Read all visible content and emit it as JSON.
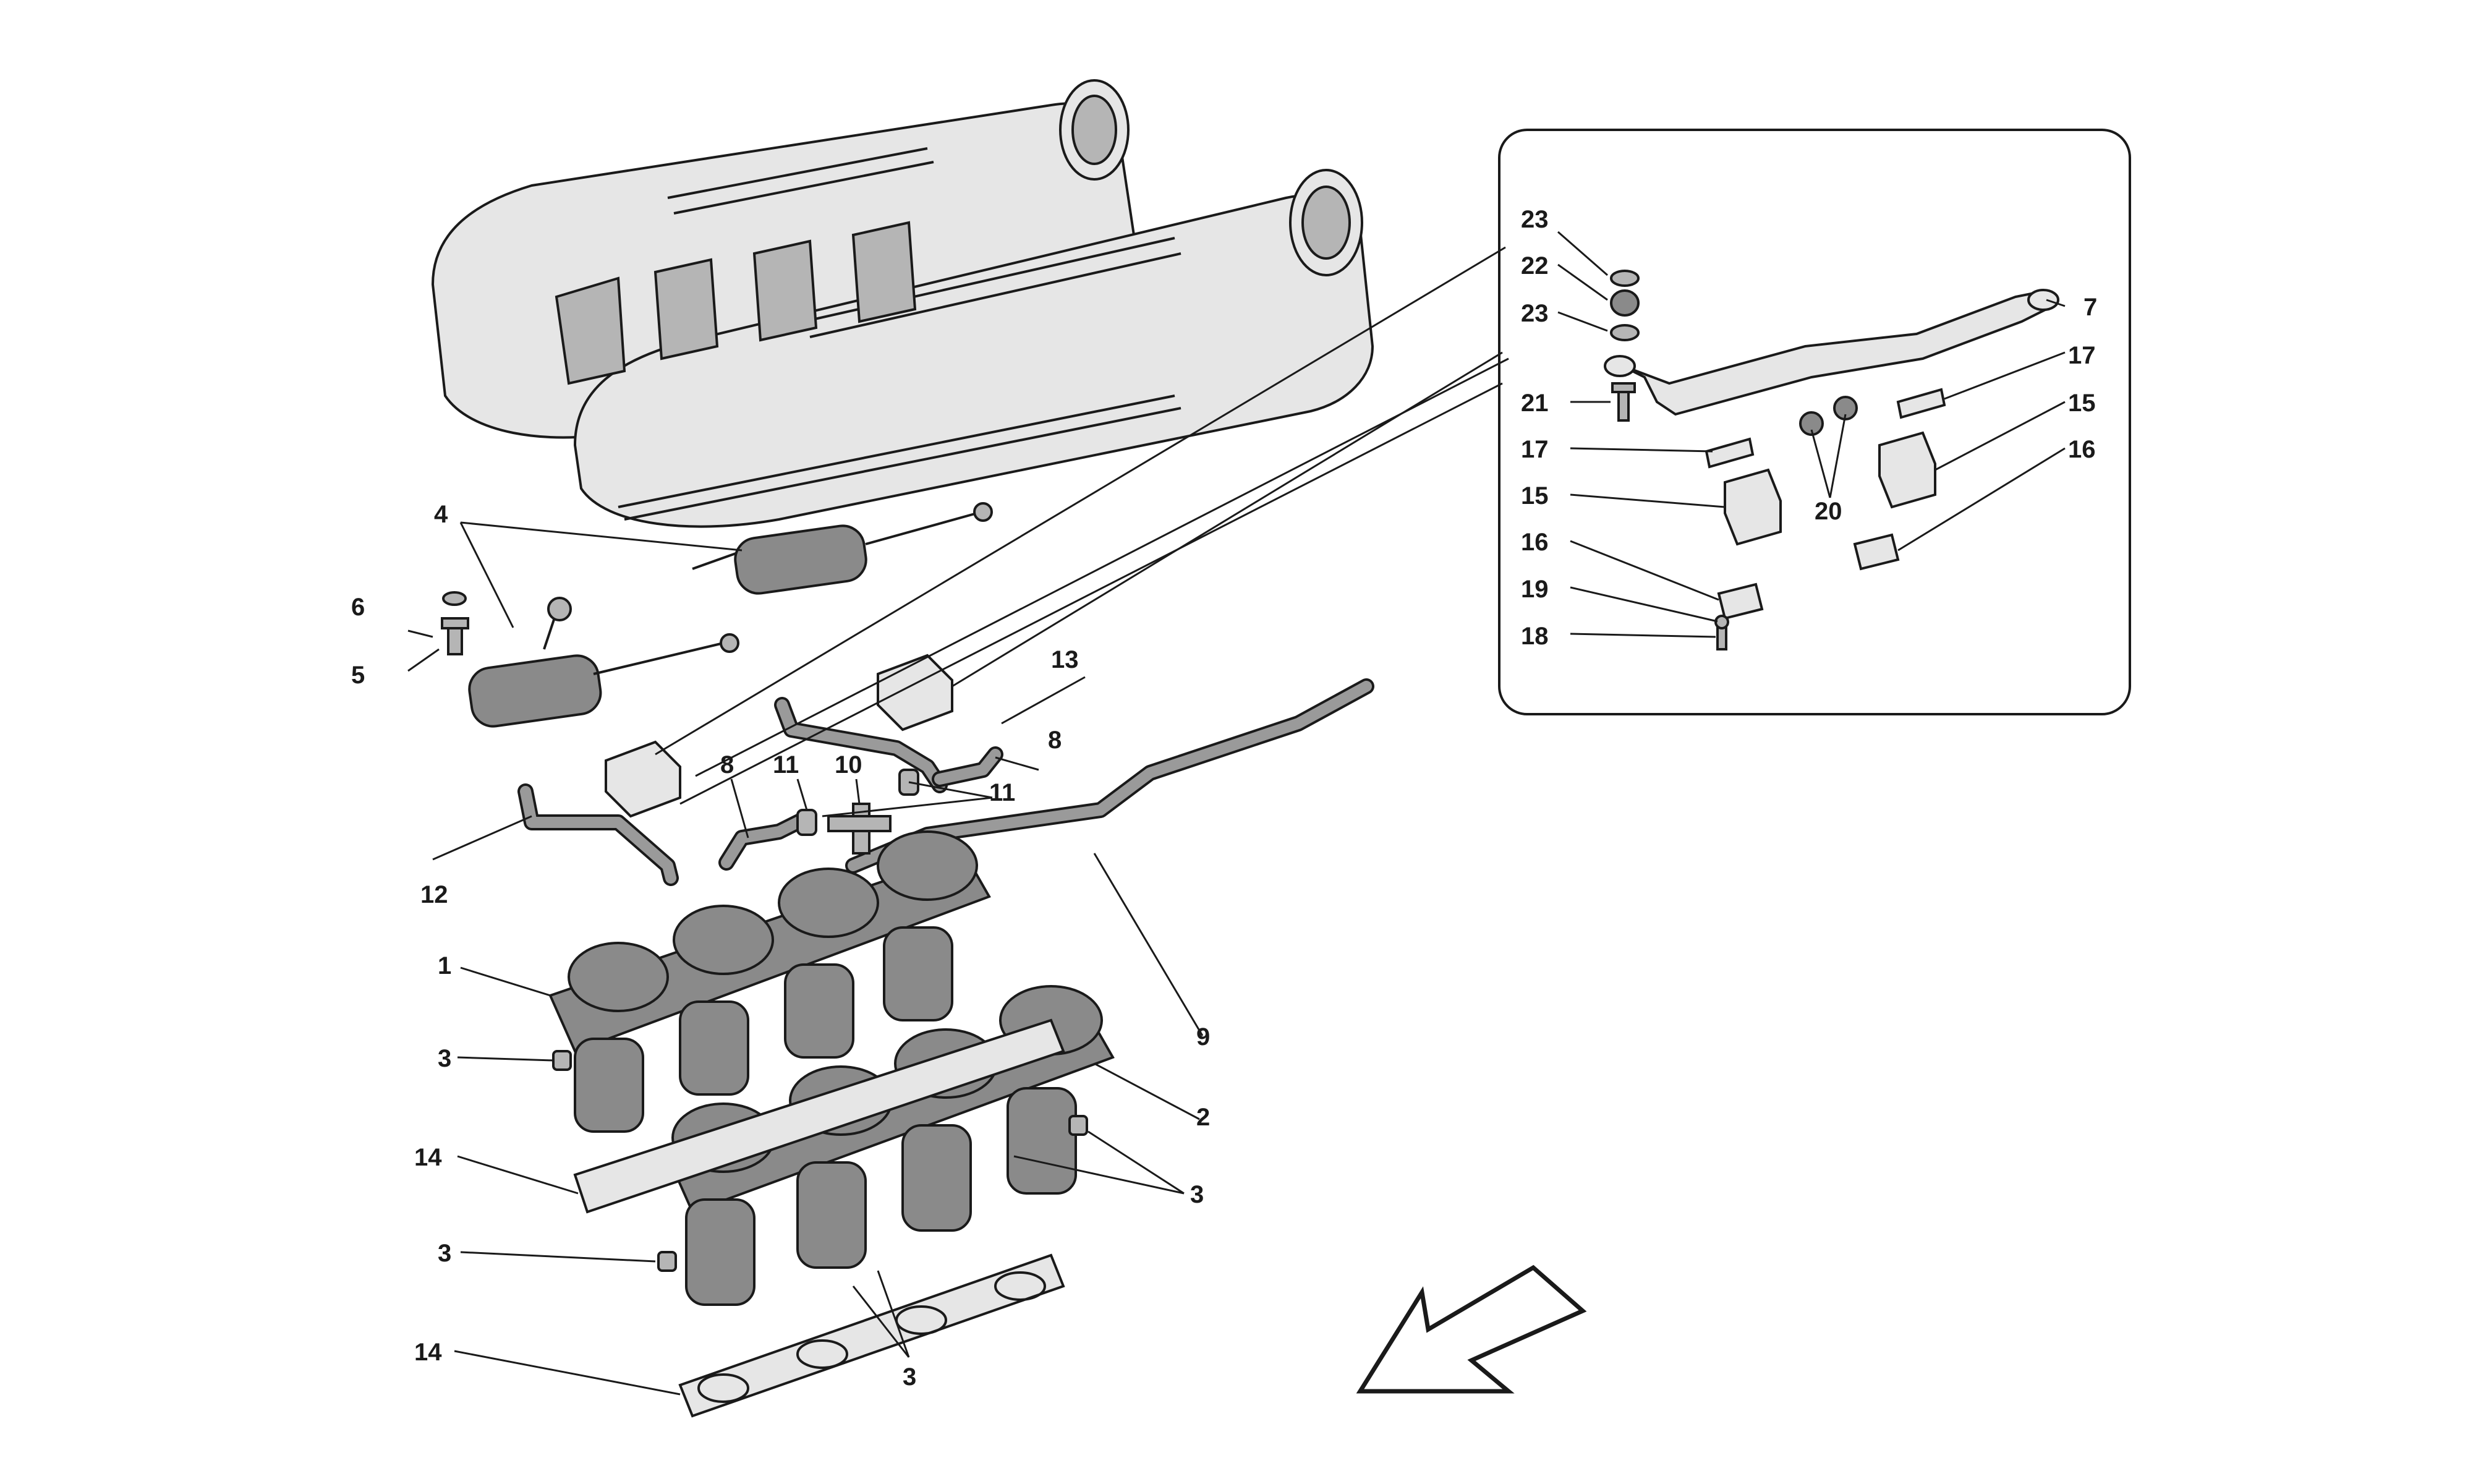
{
  "callouts": {
    "c1": "1",
    "c2": "2",
    "c3a": "3",
    "c3b": "3",
    "c3c": "3",
    "c3d": "3",
    "c4": "4",
    "c5": "5",
    "c6": "6",
    "c7": "7",
    "c8a": "8",
    "c8b": "8",
    "c9": "9",
    "c10": "10",
    "c11a": "11",
    "c11b": "11",
    "c12": "12",
    "c13": "13",
    "c14a": "14",
    "c14b": "14",
    "c15a": "15",
    "c15b": "15",
    "c16a": "16",
    "c16b": "16",
    "c17a": "17",
    "c17b": "17",
    "c18": "18",
    "c19": "19",
    "c20": "20",
    "c21": "21",
    "c22": "22",
    "c23a": "23",
    "c23b": "23"
  },
  "icons": {
    "direction": "direction-arrow-icon"
  }
}
